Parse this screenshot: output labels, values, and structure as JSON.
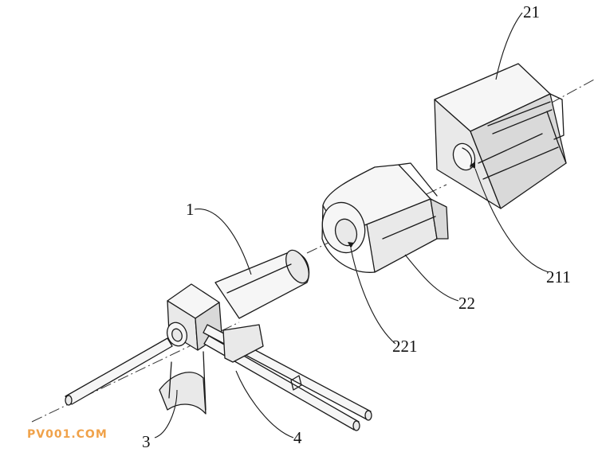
{
  "labels": {
    "part_1": "1",
    "part_21": "21",
    "part_211": "211",
    "part_22": "22",
    "part_221": "221",
    "part_3": "3",
    "part_4": "4"
  },
  "watermark": {
    "text": "PV001.COM",
    "color": "#f0a24a"
  },
  "colors": {
    "line": "#1a1a1a",
    "background": "#ffffff"
  }
}
